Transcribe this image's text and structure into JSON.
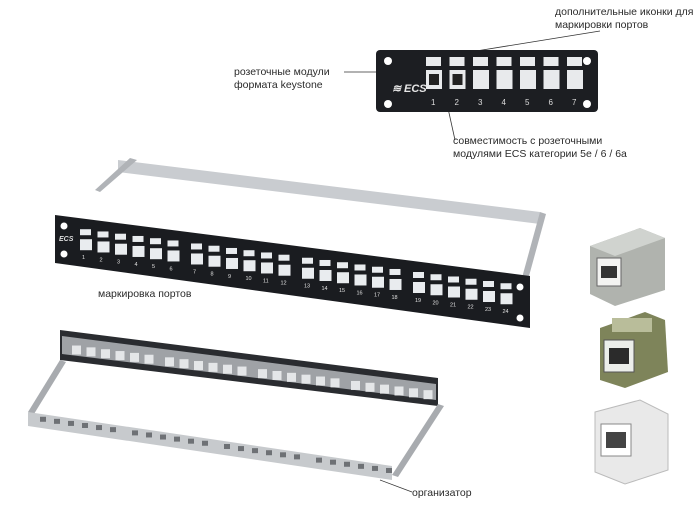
{
  "annotations": {
    "extra_icons": [
      "дополнительные иконки для",
      "маркировки портов"
    ],
    "keystone_modules": [
      "розеточные модули",
      "формата keystone"
    ],
    "compat": [
      "совместимость с розеточными",
      "модулями ECS категории 5e / 6 / 6a"
    ],
    "port_marking": "маркировка портов",
    "organizer": "организатор"
  },
  "panel": {
    "brand": "ECS",
    "top_port_numbers": [
      "1",
      "2",
      "3",
      "4",
      "5",
      "6",
      "7"
    ],
    "port_numbers": [
      "1",
      "2",
      "3",
      "4",
      "5",
      "6",
      "7",
      "8",
      "9",
      "10",
      "11",
      "12",
      "13",
      "14",
      "15",
      "16",
      "17",
      "18",
      "19",
      "20",
      "21",
      "22",
      "23",
      "24"
    ]
  },
  "colors": {
    "panel": "#1c1e22",
    "metal": "#b9bcc0",
    "port": "#e9ecef",
    "keystone_grey": "#a7aaa6",
    "keystone_olive": "#8e9468",
    "keystone_white": "#eeeeee"
  }
}
